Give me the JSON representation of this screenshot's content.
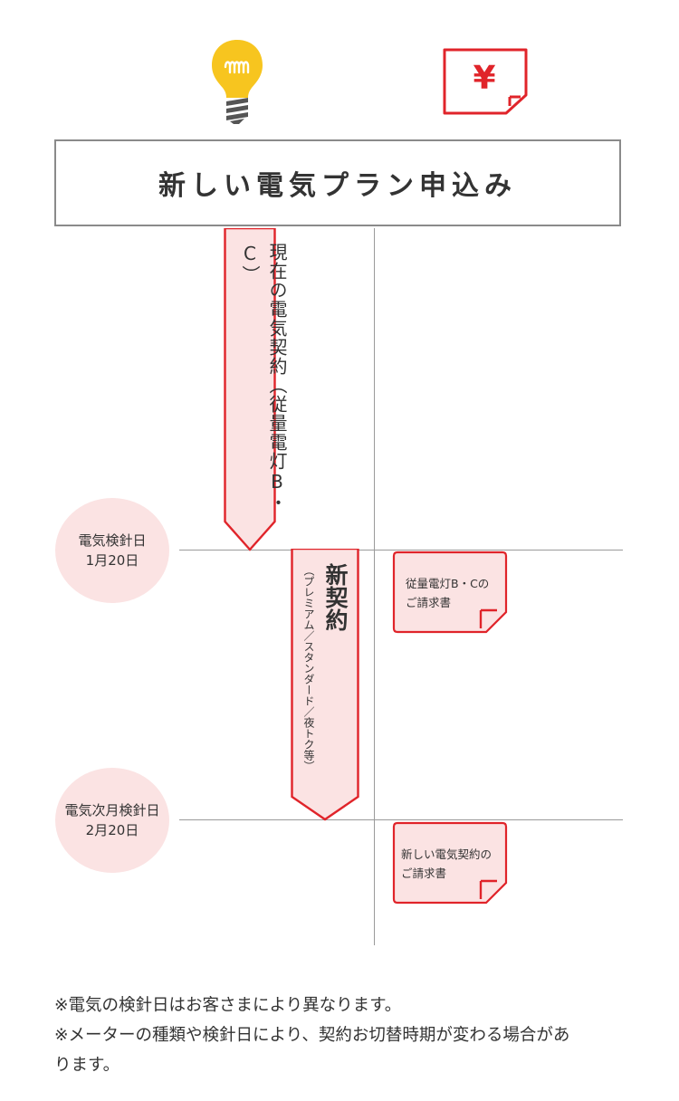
{
  "title": "新しい電気プラン申込み",
  "current_contract": {
    "line1": "現在の電気契約",
    "paren_open": "（",
    "line2": "従量電灯B",
    "dot": "・",
    "line3": "C",
    "paren_close": "）"
  },
  "new_contract": {
    "title": "新契約",
    "subtitle": "（プレミアム／スタンダード／夜トク等）"
  },
  "reading_date_1": {
    "label": "電気検針日",
    "date": "1月20日"
  },
  "reading_date_2": {
    "label": "電気次月検針日",
    "date": "2月20日"
  },
  "bill_1": {
    "line1": "従量電灯B・Cの",
    "line2": "ご請求書"
  },
  "bill_2": {
    "line1": "新しい電気契約の",
    "line2": "ご請求書"
  },
  "yen_symbol": "¥",
  "notes": [
    "※電気の検針日はお客さまにより異なります。",
    "※メーターの種類や検針日により、契約お切替時期が変わる場合があ",
    "ります。"
  ],
  "colors": {
    "accent_red": "#e0242a",
    "pink_fill": "#fbe3e3",
    "bulb_yellow": "#f7c51f",
    "line_gray": "#9a9a9a"
  },
  "icons": [
    "light-bulb-icon",
    "yen-bill-icon"
  ]
}
